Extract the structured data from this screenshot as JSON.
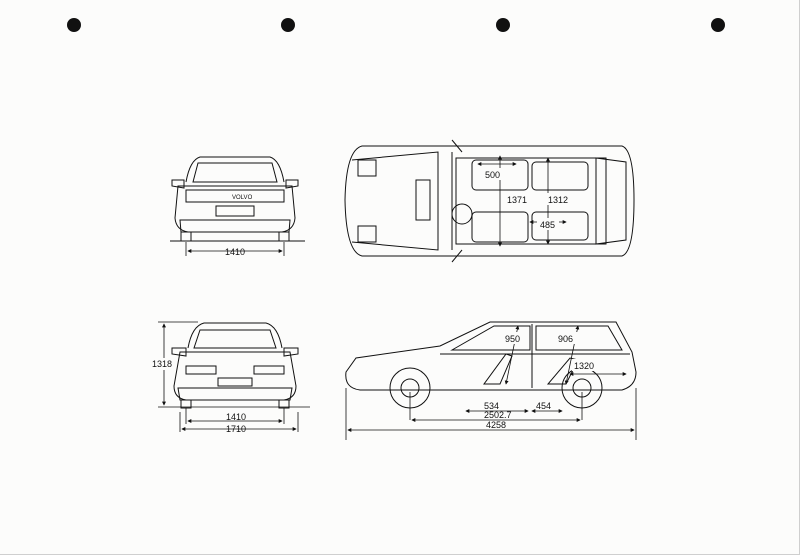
{
  "title": "",
  "views": [
    "rear-view",
    "plan-view",
    "front-view",
    "side-view"
  ],
  "dimensions": {
    "rear_track": "1410",
    "front_track": "1410",
    "overall_width": "1710",
    "overall_height": "1318",
    "front_headroom": "950",
    "rear_headroom": "906",
    "luggage_length": "1320",
    "front_seat_cushion": "534",
    "rear_seat_cushion": "454",
    "wheelbase": "2502.7",
    "overall_length": "4258",
    "seat_width": "500",
    "front_shoulder_width": "1371",
    "rear_shoulder_width": "1312",
    "rear_legroom": "485"
  },
  "colors": {
    "ink": "#111111",
    "paper": "#fcfcfb",
    "punch_hole": "#111111"
  }
}
